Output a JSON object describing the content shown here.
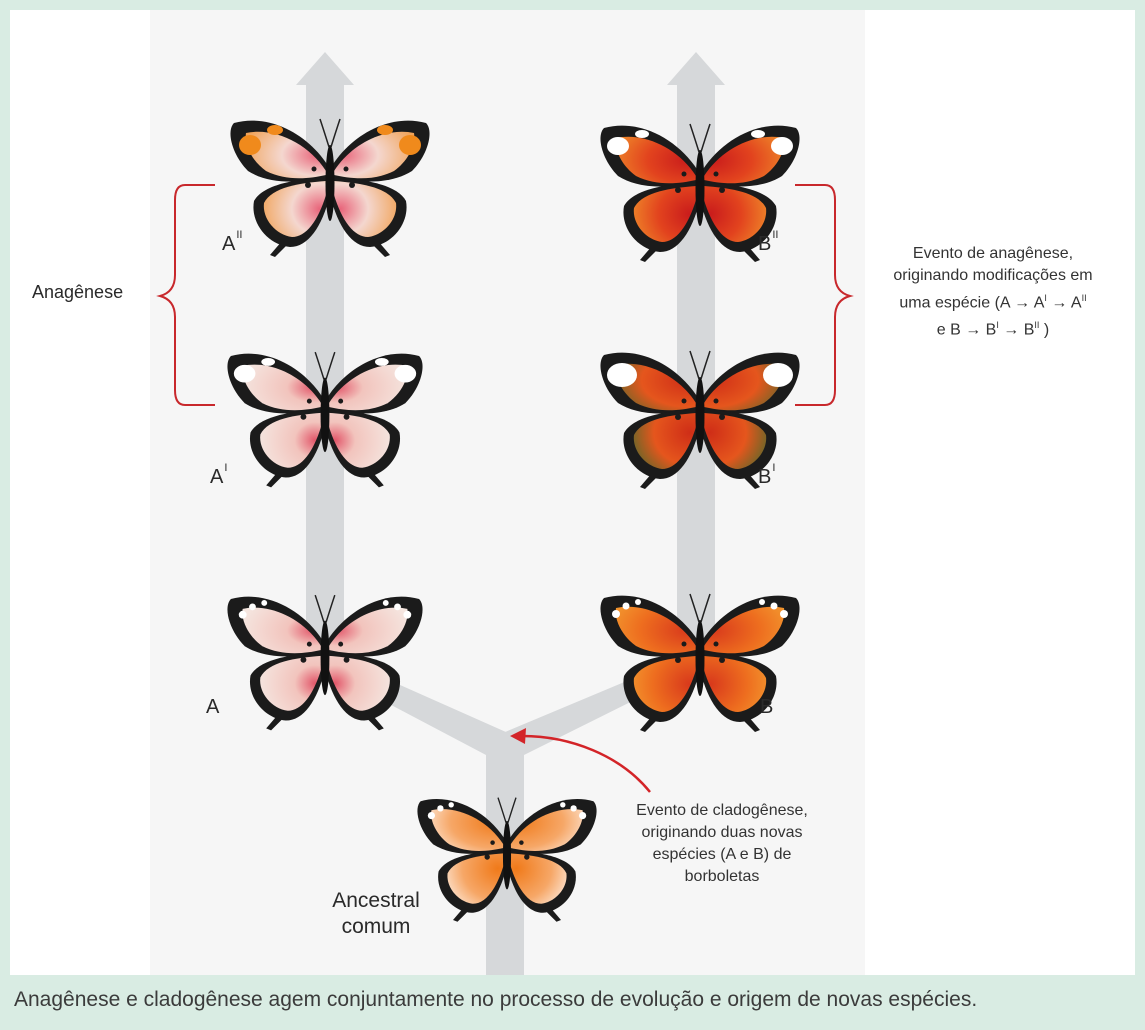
{
  "diagram": {
    "species": {
      "a": "A",
      "a1_base": "A",
      "a1_sup": "I",
      "a2_base": "A",
      "a2_sup": "II",
      "b": "B",
      "b1_base": "B",
      "b1_sup": "I",
      "b2_base": "B",
      "b2_sup": "II"
    },
    "labels": {
      "anagenese": "Anagênese",
      "ancestral": [
        "Ancestral",
        "comum"
      ]
    },
    "anagenesis_note": [
      "Evento de anagênese,",
      "originando modificações em",
      "uma espécie (A → A",
      "I",
      " → A",
      "II",
      "e  B → B",
      "I",
      " → B",
      "II",
      " )"
    ],
    "cladogenesis_note": [
      "Evento de cladogênese,",
      "originando duas novas",
      "espécies (A e B) de",
      "borboletas"
    ]
  },
  "caption": "Anagênese e cladogênese agem conjuntamente no processo de evolução e origem de novas espécies.",
  "colors": {
    "background": "#d9ece3",
    "branch": "#d6d8da",
    "bracket": "#c8282c",
    "arrow": "#d32428"
  }
}
